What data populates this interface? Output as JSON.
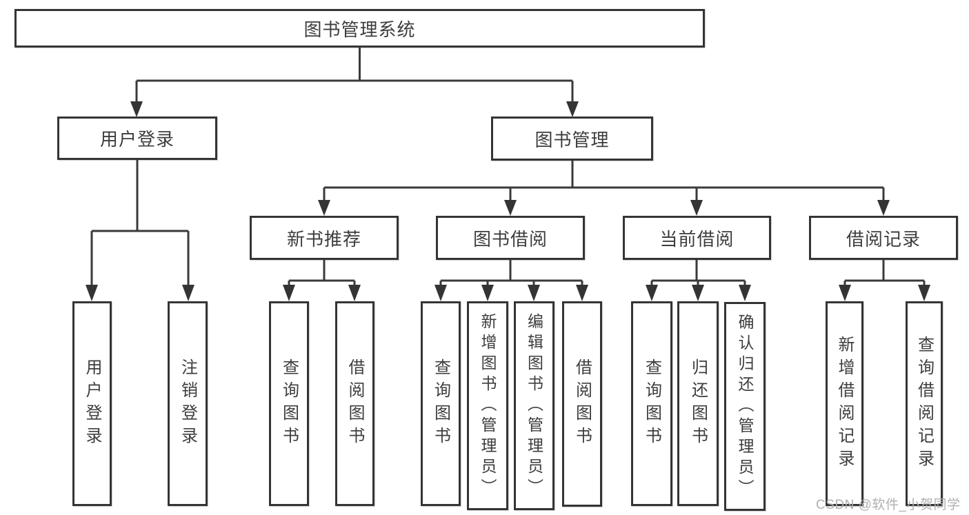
{
  "tree": {
    "root": {
      "label": "图书管理系统",
      "children": [
        {
          "label": "用户登录",
          "children": [
            {
              "label": "用户登录"
            },
            {
              "label": "注销登录"
            }
          ]
        },
        {
          "label": "图书管理",
          "children": [
            {
              "label": "新书推荐",
              "children": [
                {
                  "label": "查询图书"
                },
                {
                  "label": "借阅图书"
                }
              ]
            },
            {
              "label": "图书借阅",
              "children": [
                {
                  "label": "查询图书"
                },
                {
                  "label": "新增图书（管理员）"
                },
                {
                  "label": "编辑图书（管理员）"
                },
                {
                  "label": "借阅图书"
                }
              ]
            },
            {
              "label": "当前借阅",
              "children": [
                {
                  "label": "查询图书"
                },
                {
                  "label": "归还图书"
                },
                {
                  "label": "确认归还（管理员）"
                }
              ]
            },
            {
              "label": "借阅记录",
              "children": [
                {
                  "label": "新增借阅记录"
                },
                {
                  "label": "查询借阅记录"
                }
              ]
            }
          ]
        }
      ]
    }
  },
  "watermark": {
    "text": "CSDN @软件_小贺同学"
  },
  "colors": {
    "line": "#3a3a3a",
    "box_border": "#343434",
    "box_fill": "#ffffff",
    "text": "#3d3d3d",
    "watermark": "#b0b0b0",
    "background": "#ffffff"
  }
}
